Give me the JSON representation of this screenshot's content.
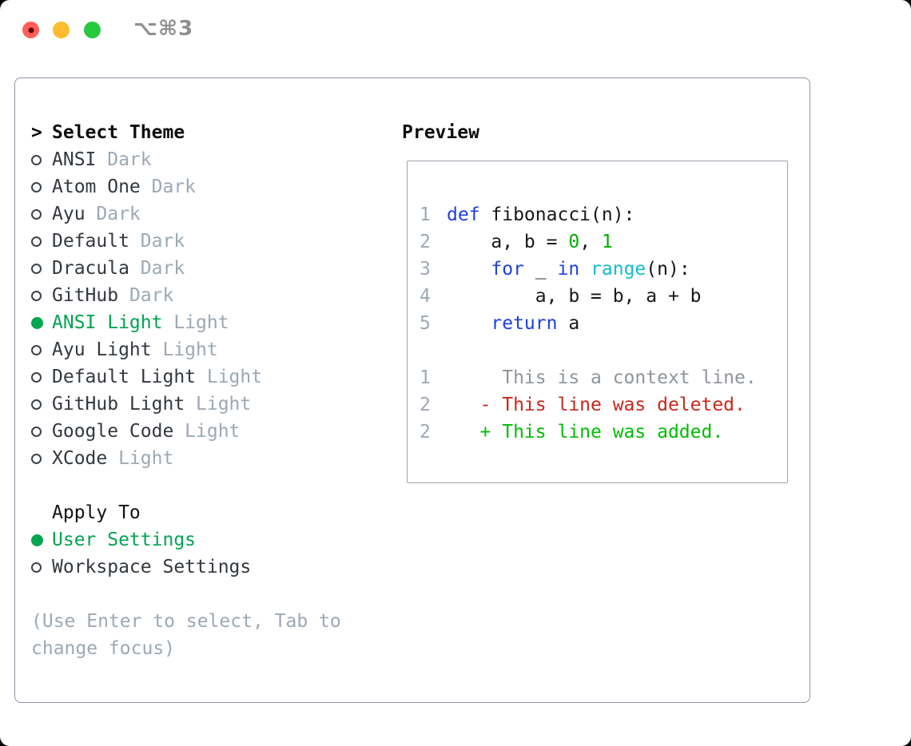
{
  "window": {
    "shortcut_label": "⌥⌘3"
  },
  "theme_panel": {
    "prompt": ">",
    "title": "Select Theme",
    "items": [
      {
        "label": "ANSI",
        "variant": "Dark",
        "selected": false
      },
      {
        "label": "Atom One",
        "variant": "Dark",
        "selected": false
      },
      {
        "label": "Ayu",
        "variant": "Dark",
        "selected": false
      },
      {
        "label": "Default",
        "variant": "Dark",
        "selected": false
      },
      {
        "label": "Dracula",
        "variant": "Dark",
        "selected": false
      },
      {
        "label": "GitHub",
        "variant": "Dark",
        "selected": false
      },
      {
        "label": "ANSI Light",
        "variant": "Light",
        "selected": true
      },
      {
        "label": "Ayu Light",
        "variant": "Light",
        "selected": false
      },
      {
        "label": "Default Light",
        "variant": "Light",
        "selected": false
      },
      {
        "label": "GitHub Light",
        "variant": "Light",
        "selected": false
      },
      {
        "label": "Google Code",
        "variant": "Light",
        "selected": false
      },
      {
        "label": "XCode",
        "variant": "Light",
        "selected": false
      }
    ],
    "apply_to": {
      "title": "Apply To",
      "options": [
        {
          "label": "User Settings",
          "selected": true
        },
        {
          "label": "Workspace Settings",
          "selected": false
        }
      ]
    },
    "help": [
      "(Use Enter to select, Tab to",
      "change focus)"
    ]
  },
  "preview": {
    "title": "Preview",
    "code_lines": [
      {
        "number": "1",
        "tokens": [
          {
            "text": "def",
            "color": "keyword"
          },
          {
            "text": " fibonacci(n):",
            "color": "plain"
          }
        ]
      },
      {
        "number": "2",
        "tokens": [
          {
            "text": "    a, b = ",
            "color": "plain"
          },
          {
            "text": "0",
            "color": "number"
          },
          {
            "text": ", ",
            "color": "plain"
          },
          {
            "text": "1",
            "color": "number"
          }
        ]
      },
      {
        "number": "3",
        "tokens": [
          {
            "text": "    ",
            "color": "plain"
          },
          {
            "text": "for",
            "color": "keyword"
          },
          {
            "text": " _ ",
            "color": "plain"
          },
          {
            "text": "in",
            "color": "keyword"
          },
          {
            "text": " ",
            "color": "plain"
          },
          {
            "text": "range",
            "color": "builtin"
          },
          {
            "text": "(n):",
            "color": "plain"
          }
        ]
      },
      {
        "number": "4",
        "tokens": [
          {
            "text": "        a, b = b, a + b",
            "color": "plain"
          }
        ]
      },
      {
        "number": "5",
        "tokens": [
          {
            "text": "    ",
            "color": "plain"
          },
          {
            "text": "return",
            "color": "keyword"
          },
          {
            "text": " a",
            "color": "plain"
          }
        ]
      }
    ],
    "diff_lines": [
      {
        "number": "1",
        "text": "     This is a context line.",
        "type": "context"
      },
      {
        "number": "2",
        "text": "   - This line was deleted.",
        "type": "deleted"
      },
      {
        "number": "2",
        "text": "   + This line was added.",
        "type": "added"
      }
    ]
  },
  "colors": {
    "selection_green": "#00a550",
    "line_number": "#9da8b4",
    "muted": "#9da8b4",
    "traffic_red": "#ff5f57",
    "traffic_red_dot": "#660000",
    "traffic_yellow": "#febc2e",
    "traffic_green": "#27c93f",
    "syntax": {
      "keyword": "#1e3fe0",
      "builtin": "#12bcd0",
      "number": "#00ad00",
      "plain": "#15181c"
    },
    "diff": {
      "context": "#8f949b",
      "deleted": "#c8271b",
      "added": "#00bd00"
    }
  }
}
